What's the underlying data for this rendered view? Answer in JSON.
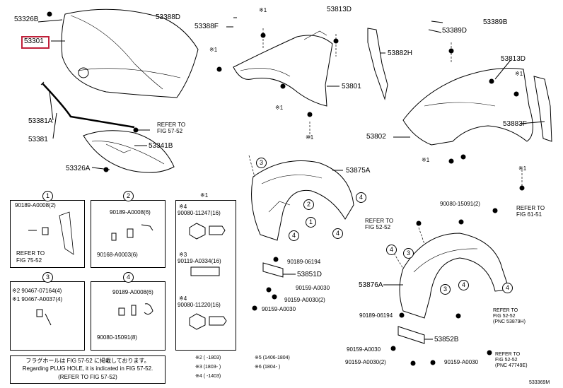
{
  "parts": {
    "p53326b": "53326B",
    "p53301": "53301",
    "p53381a": "53381A",
    "p53381": "53381",
    "p53341b": "53341B",
    "p53326a": "53326A",
    "p53388d": "53388D",
    "p53388f": "53388F",
    "p53813d_a": "53813D",
    "p53801": "53801",
    "p53882h": "53882H",
    "p53389b": "53389B",
    "p53389d": "53389D",
    "p53813d_b": "53813D",
    "p53883f": "53883F",
    "p53802": "53802",
    "p53875a": "53875A",
    "p53876a": "53876A",
    "p53851d": "53851D",
    "p53852b": "53852B",
    "p90189_06194_a": "90189-06194",
    "p90159_a0030_a": "90159-A0030",
    "p90159_a0030_2_a": "90159-A0030(2)",
    "p90159_a0030_b": "90159-A0030",
    "p90189_06194_b": "90189-06194",
    "p90159_a0030_c": "90159-A0030",
    "p90159_a0030_2_b": "90159-A0030(2)",
    "p90159_a0030_d": "90159-A0030",
    "p90080_15091_2": "90080-15091(2)"
  },
  "refs": {
    "r1": [
      "REFER TO",
      "FIG 57-52"
    ],
    "r2": [
      "REFER TO",
      "FIG 52-52"
    ],
    "r3": [
      "REFER TO",
      "FIG 61-51"
    ],
    "r4": [
      "REFER TO",
      "FIG 52-52",
      "(PNC 53879H)"
    ],
    "r5": [
      "REFER TO",
      "FIG 52-52",
      "(PNC 47749E)"
    ]
  },
  "boxes": {
    "b1": {
      "num": "1",
      "part_a": "90189-A0008(2)",
      "ref": [
        "REFER TO",
        "FIG 75-52"
      ]
    },
    "b2": {
      "num": "2",
      "part_a": "90189-A0008(6)",
      "part_b": "90168-A0003(6)"
    },
    "b3": {
      "num": "3",
      "part_a": "※2 90467-07164(4)",
      "part_b": "※1 90467-A0037(4)"
    },
    "b4": {
      "num": "4",
      "part_a": "90189-A0008(6)",
      "part_b": "90080-15091(8)"
    },
    "b5": {
      "mark": "※1",
      "s1": "※4",
      "p1": "90080-11247(16)",
      "s2": "※3",
      "p2": "90119-A0334(16)",
      "s3": "※4",
      "p3": "90080-11220(16)"
    }
  },
  "marks": {
    "x1": "※1",
    "x2": "※2",
    "x3": "※3",
    "x4": "※4"
  },
  "callouts": {
    "c1": "1",
    "c2": "2",
    "c3": "3",
    "c4": "4"
  },
  "legend": {
    "jp": "フラグホールは FIG 57-52 に掲載しております。",
    "en": "Regarding PLUG HOLE, it is indicated in FIG 57-52.",
    "ref": "(REFER TO FIG 57-52)",
    "k2": "※2 (   -1803)",
    "k3": "※3 (1803-   )",
    "k4": "※4 (   -1403)",
    "k5": "※5 (1406-1804)",
    "k6": "※6 (1804-   )"
  },
  "footer": "533369M"
}
